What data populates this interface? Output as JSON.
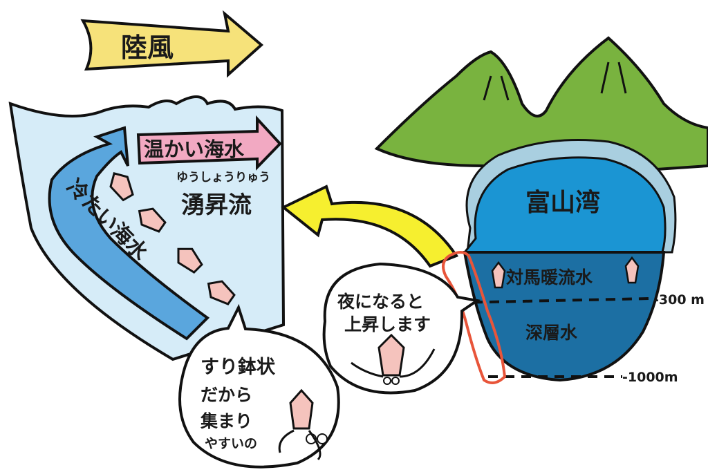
{
  "land_wind_label": "陸風",
  "warm_sea_label": "温かい海水",
  "upwelling_reading": "ゆうしょうりゅう",
  "upwelling_label": "湧昇流",
  "cold_sea_label": "冷たい海水",
  "bay_label": "富山湾",
  "tsushima_label": "対馬暖流水",
  "deep_water_label": "深層水",
  "depth_300": "-300 m",
  "depth_1000": "-1000m",
  "bubble_night_line1": "夜になると",
  "bubble_night_line2": "上昇します",
  "bubble_bowl_line1": "すり鉢状",
  "bubble_bowl_line2": "だから",
  "bubble_bowl_line3": "集まり",
  "bubble_bowl_line4": "やすいの",
  "colors": {
    "sea_light": "#d6ecf8",
    "cold_current": "#5aa6dd",
    "bay_surface": "#1b95d3",
    "deep_water": "#1c6fa3",
    "mountain": "#79b33f",
    "wind_arrow": "#f6e27a",
    "warm_arrow": "#f2a9c2",
    "yellow_arrow": "#f6ef2f",
    "squid": "#f5c3bd",
    "red_outline": "#e8553a"
  }
}
